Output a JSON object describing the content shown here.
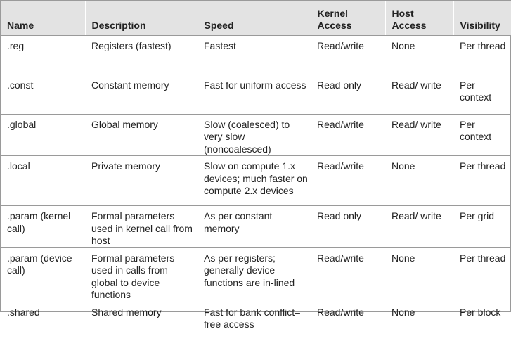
{
  "table": {
    "headers": [
      "Name",
      "Description",
      "Speed",
      "Kernel\nAccess",
      "Host\nAccess",
      "Visibility"
    ],
    "rows": [
      {
        "name": ".reg",
        "description": "Registers (fastest)",
        "speed": "Fastest",
        "kernel_access": "Read/write",
        "host_access": "None",
        "visibility": "Per thread"
      },
      {
        "name": ".const",
        "description": "Constant memory",
        "speed": "Fast for uniform access",
        "kernel_access": "Read only",
        "host_access": "Read/ write",
        "visibility": "Per context"
      },
      {
        "name": ".global",
        "description": "Global memory",
        "speed": "Slow (coalesced) to very slow (noncoalesced)",
        "kernel_access": "Read/write",
        "host_access": "Read/ write",
        "visibility": "Per context"
      },
      {
        "name": ".local",
        "description": "Private memory",
        "speed": "Slow on compute 1.x devices; much faster on compute 2.x devices",
        "kernel_access": "Read/write",
        "host_access": "None",
        "visibility": "Per thread"
      },
      {
        "name": ".param (kernel call)",
        "description": "Formal parameters used in kernel call from host",
        "speed": "As per constant memory",
        "kernel_access": "Read only",
        "host_access": "Read/ write",
        "visibility": "Per grid"
      },
      {
        "name": ".param (device call)",
        "description": "Formal parameters used in calls from global to device functions",
        "speed": "As per registers; generally device functions are in-lined",
        "kernel_access": "Read/write",
        "host_access": "None",
        "visibility": "Per thread"
      },
      {
        "name": ".shared",
        "description": "Shared memory",
        "speed": "Fast for bank conflict–free access",
        "kernel_access": "Read/write",
        "host_access": "None",
        "visibility": "Per block"
      }
    ]
  }
}
